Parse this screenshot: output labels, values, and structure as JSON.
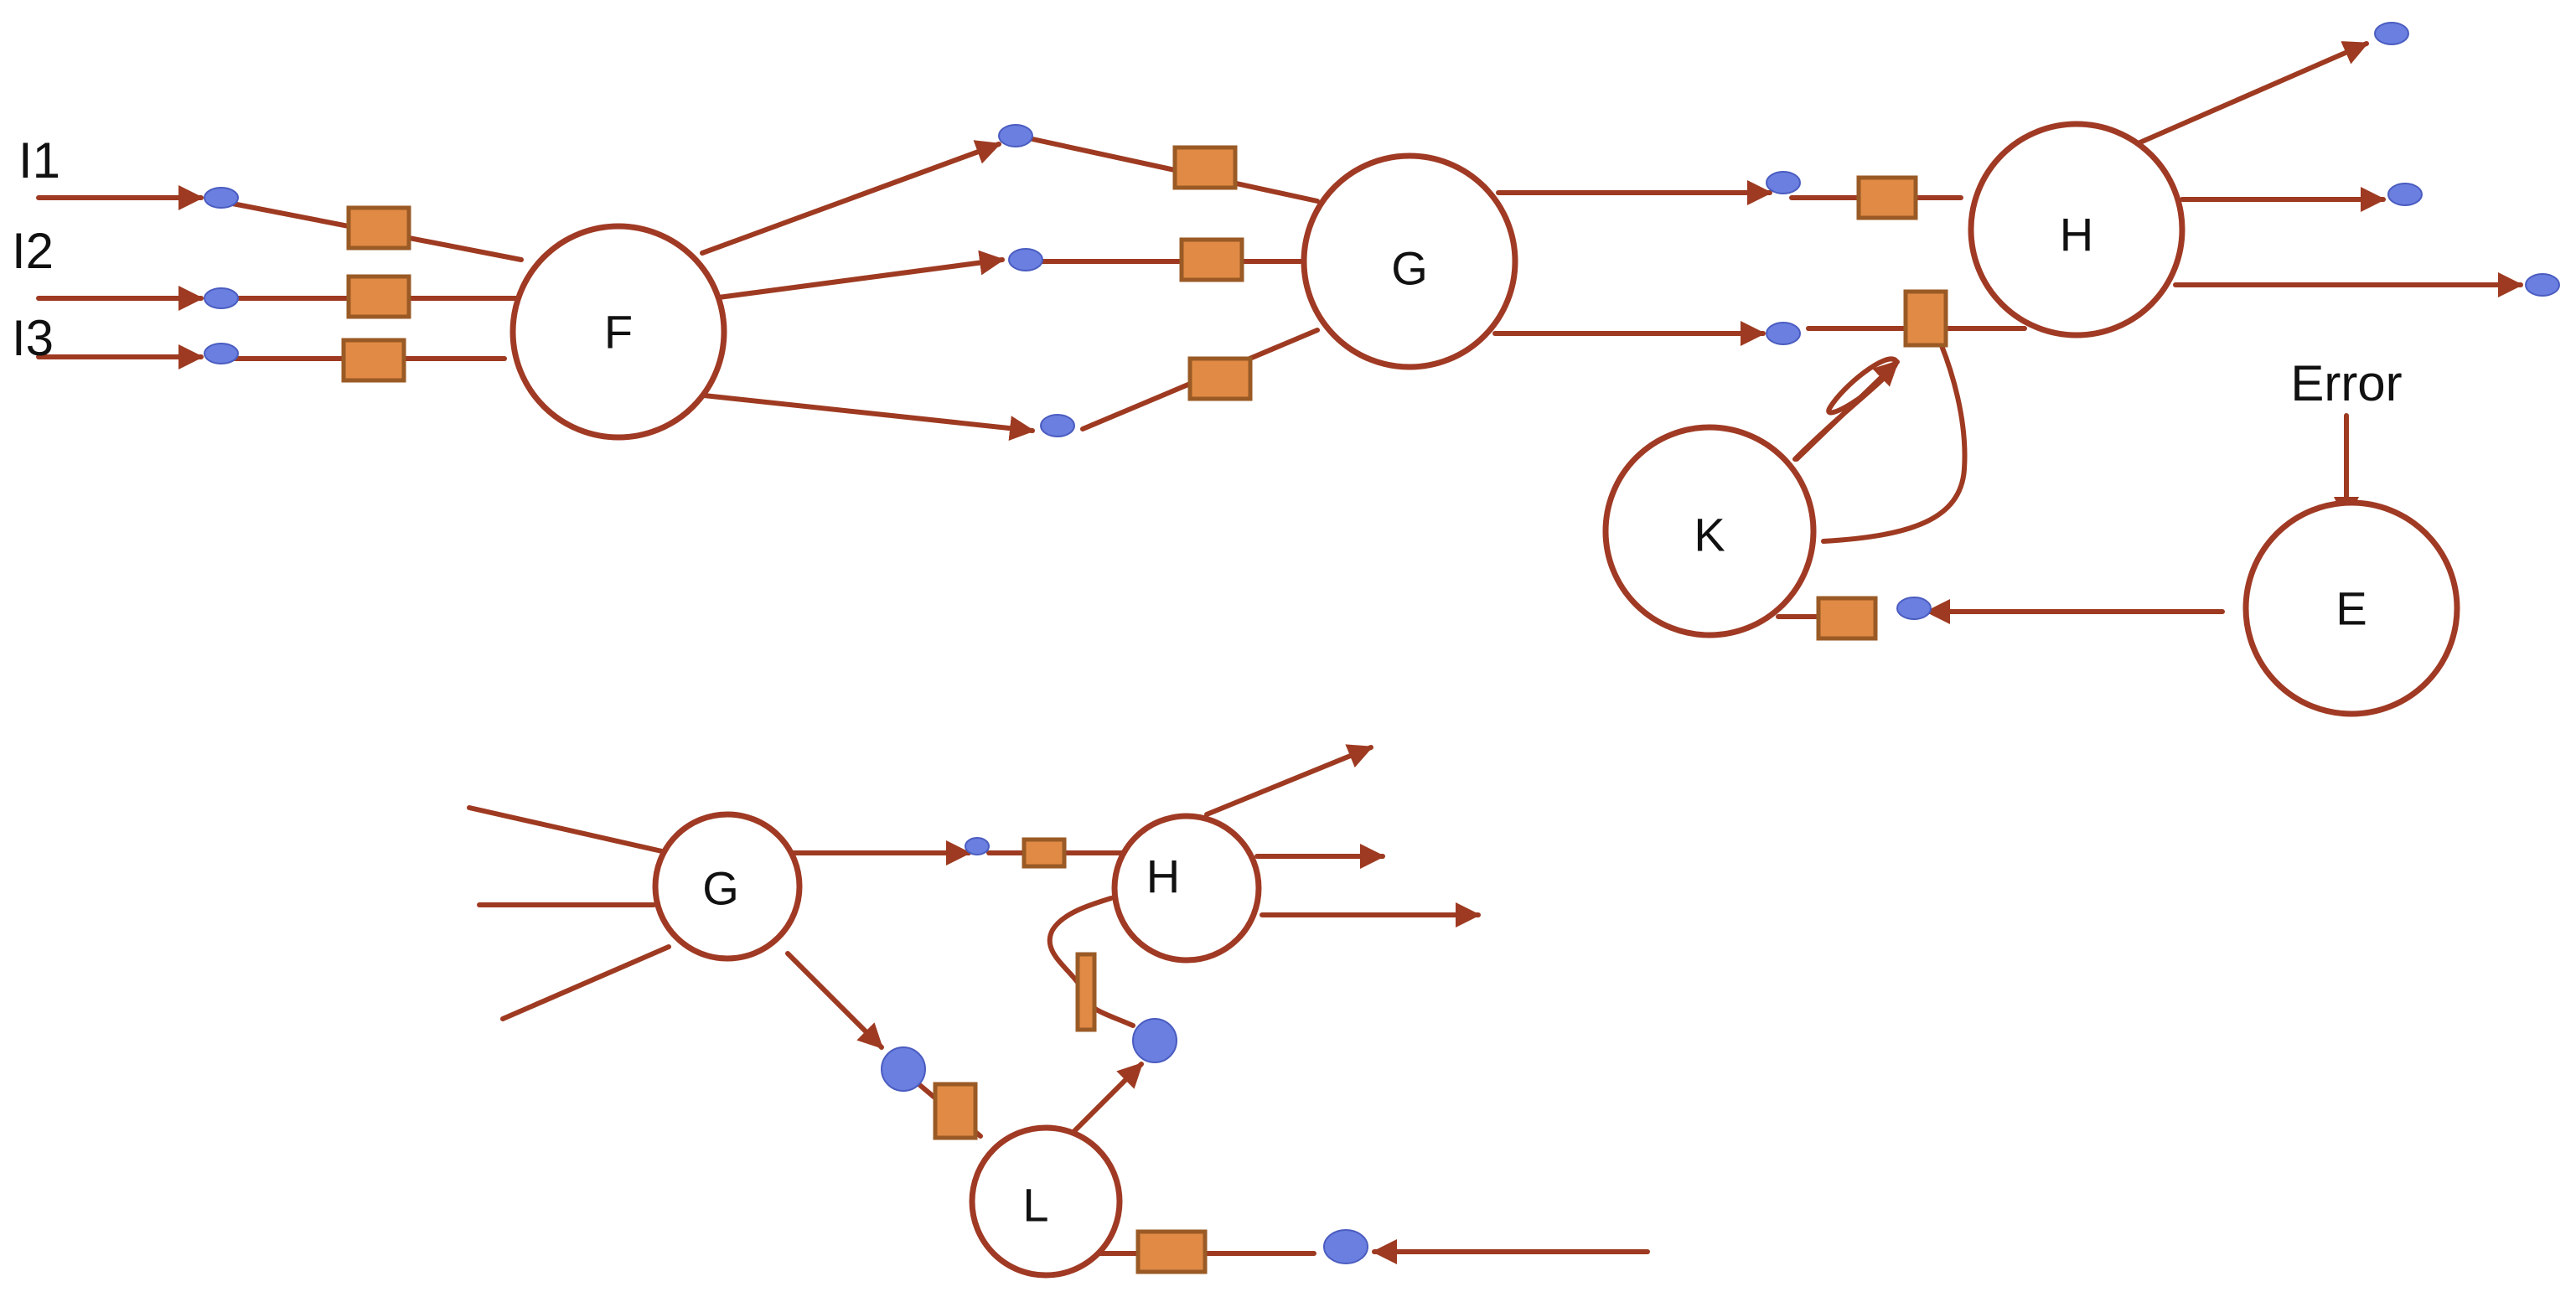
{
  "colors": {
    "edge": "#9e3a21",
    "node_stroke": "#a03a24",
    "node_fill": "#ffffff",
    "port_fill": "#6b7fe0",
    "port_stroke": "#4a5cc0",
    "buffer_fill": "#e08a45",
    "buffer_stroke": "#9a5a25",
    "text": "#111111"
  },
  "upper": {
    "inputs": [
      "I1",
      "I2",
      "I3"
    ],
    "nodes": {
      "F": "F",
      "G": "G",
      "H": "H",
      "K": "K",
      "E": "E"
    },
    "error_label": "Error"
  },
  "lower": {
    "nodes": {
      "G": "G",
      "H": "H",
      "L": "L"
    }
  }
}
